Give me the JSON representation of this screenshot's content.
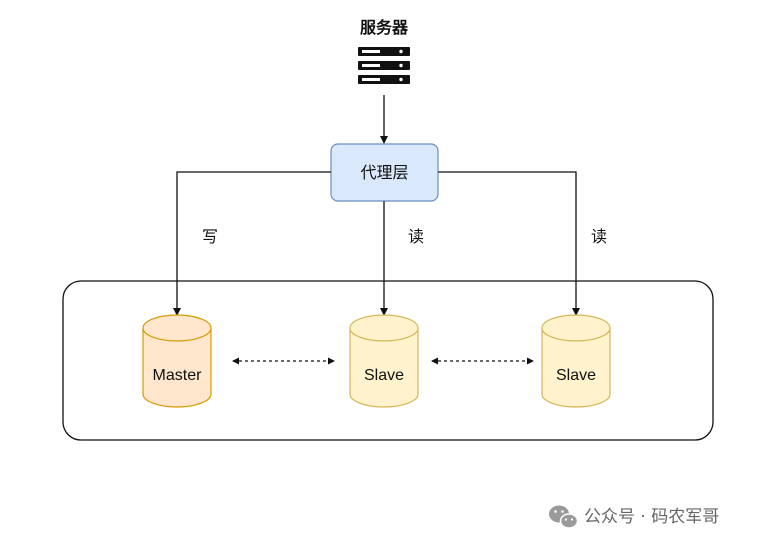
{
  "server": {
    "label": "服务器",
    "icon": "server-rack-icon"
  },
  "proxy": {
    "label": "代理层",
    "fill": "#dae8fc",
    "stroke": "#6c8ebf"
  },
  "edges": {
    "write_label": "写",
    "read_label_1": "读",
    "read_label_2": "读"
  },
  "databases": {
    "master": {
      "label": "Master",
      "fill": "#ffe6cc",
      "stroke": "#d79b00"
    },
    "slave_1": {
      "label": "Slave",
      "fill": "#fff2cc",
      "stroke": "#d6b656"
    },
    "slave_2": {
      "label": "Slave",
      "fill": "#fff2cc",
      "stroke": "#d6b656"
    }
  },
  "watermark": {
    "text": "公众号 · 码农军哥",
    "icon": "wechat-icon"
  }
}
